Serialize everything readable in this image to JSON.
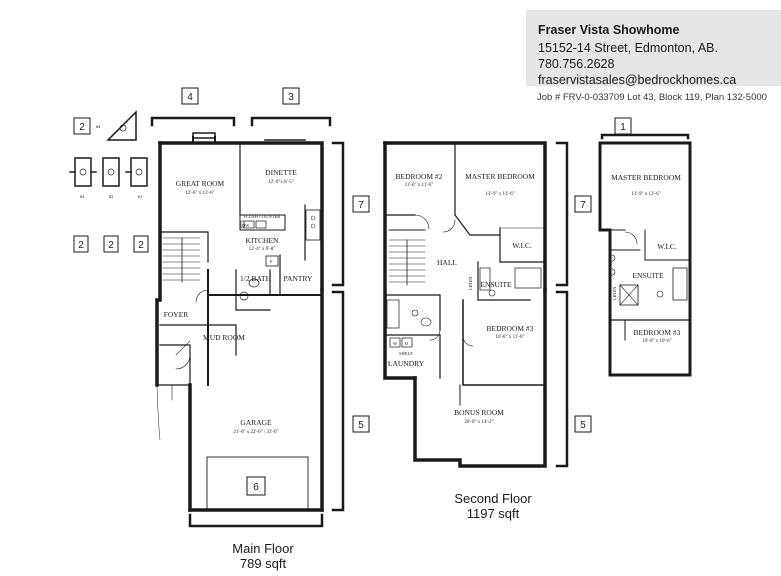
{
  "showhome": {
    "name": "Fraser Vista Showhome",
    "address": "15152-14 Street,  Edmonton, AB.",
    "phone": "780.756.2628",
    "email": "fraservistasales@bedrockhomes.ca"
  },
  "job_line": "Job # FRV-0-033709 Lot 43, Block 119, Plan 132-5000",
  "main_floor": {
    "caption": "Main Floor",
    "area": "789 sqft",
    "rooms": {
      "great_room": "GREAT ROOM",
      "great_room_dim": "12'-6\" x 13'-6\"",
      "dinette": "DINETTE",
      "dinette_dim": "12'-0\"x 8'-5\"",
      "kitchen": "KITCHEN",
      "kitchen_dim": "12'-4\" x 9'-8\"",
      "flush_counter": "FLUSH COUNTER",
      "dw": "DW",
      "fridge": "F",
      "pantry": "PANTRY",
      "half_bath": "1/2 BATH",
      "foyer": "FOYER",
      "mud_room": "MUD ROOM",
      "garage": "GARAGE",
      "garage_dim": "21'-0\" x 22'-0\" / 33'-0\""
    }
  },
  "second_floor": {
    "caption": "Second Floor",
    "area": "1197 sqft",
    "rooms": {
      "bedroom2": "BEDROOM #2",
      "bedroom2_dim": "11'-0\" x 11'-6\"",
      "master": "MASTER BEDROOM",
      "master_dim": "13'-9\" x 13'-6\"",
      "wic": "W.I.C.",
      "hall": "HALL",
      "ensuite": "ENSUITE",
      "bedroom3": "BEDROOM #3",
      "bedroom3_dim": "10'-0\" x 11'-0\"",
      "laundry": "LAUNDRY",
      "shelf": "SHELF",
      "w": "W",
      "d": "D",
      "bonus": "BONUS ROOM",
      "bonus_dim": "20'-0\" x 14'-2\"",
      "linen": "LINEN"
    }
  },
  "option_plan": {
    "rooms": {
      "master": "MASTER BEDROOM",
      "master_dim": "13'-9\" x 13'-6\"",
      "wic": "W.I.C.",
      "ensuite": "ENSUITE",
      "bedroom3": "BEDROOM #3",
      "bedroom3_dim": "10'-0\" x 10'-6\"",
      "linen": "LINEN"
    }
  },
  "callouts": [
    "1",
    "2",
    "2",
    "2",
    "2",
    "3",
    "4",
    "5",
    "5",
    "5",
    "6",
    "7",
    "7",
    "7"
  ],
  "elevation_labels": [
    "#4",
    "#3",
    "#2",
    "#1"
  ]
}
